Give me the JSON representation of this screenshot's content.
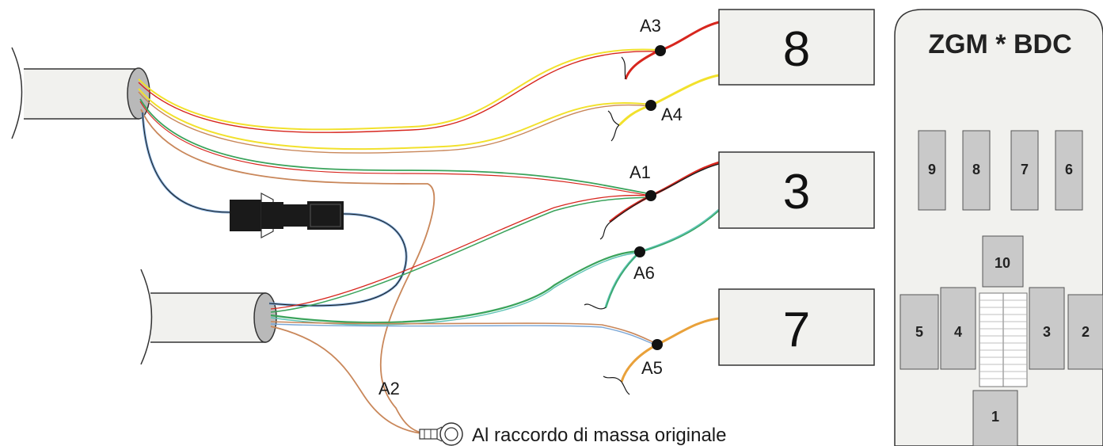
{
  "connectors": {
    "box_8": "8",
    "box_3": "3",
    "box_7": "7"
  },
  "splices": {
    "a1": "A1",
    "a2": "A2",
    "a3": "A3",
    "a4": "A4",
    "a5": "A5",
    "a6": "A6"
  },
  "ground_caption": "Al raccordo di massa originale",
  "module": {
    "title": "ZGM * BDC",
    "slots": [
      "1",
      "2",
      "3",
      "4",
      "5",
      "6",
      "7",
      "8",
      "9",
      "10"
    ]
  },
  "wire_colors": {
    "red": "#d7261e",
    "yellow": "#f2e12c",
    "orange": "#e9a13a",
    "green": "#3aa35b",
    "blue": "#7aa6d6",
    "brown": "#c9875a",
    "black": "#1a1a1a",
    "teal": "#5cc3b4"
  }
}
